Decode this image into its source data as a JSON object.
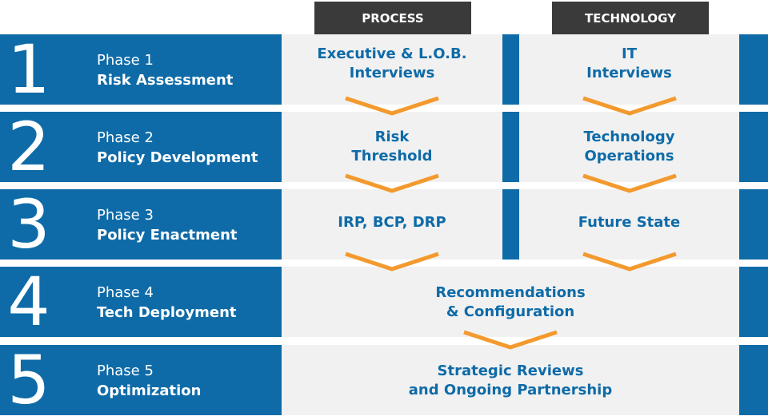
{
  "headers": {
    "process": "PROCESS",
    "technology": "TECHNOLOGY"
  },
  "phases": [
    {
      "number": "1",
      "label": "Phase 1",
      "title": "Risk Assessment",
      "process": [
        "Executive & L.O.B.",
        "Interviews"
      ],
      "technology": [
        "IT",
        "Interviews"
      ]
    },
    {
      "number": "2",
      "label": "Phase 2",
      "title": "Policy Development",
      "process": [
        "Risk",
        "Threshold"
      ],
      "technology": [
        "Technology",
        "Operations"
      ]
    },
    {
      "number": "3",
      "label": "Phase 3",
      "title": "Policy Enactment",
      "process": [
        "IRP, BCP, DRP"
      ],
      "technology": [
        "Future State"
      ]
    },
    {
      "number": "4",
      "label": "Phase 4",
      "title": "Tech Deployment",
      "combined": [
        "Recommendations",
        "& Configuration"
      ]
    },
    {
      "number": "5",
      "label": "Phase 5",
      "title": "Optimization",
      "combined": [
        "Strategic Reviews",
        "and Ongoing Partnership"
      ]
    }
  ],
  "colors": {
    "blue": "#0e6ba8",
    "grey_panel": "#f1f1f1",
    "header": "#3a3a3a",
    "chevron": "#f39a2e"
  }
}
